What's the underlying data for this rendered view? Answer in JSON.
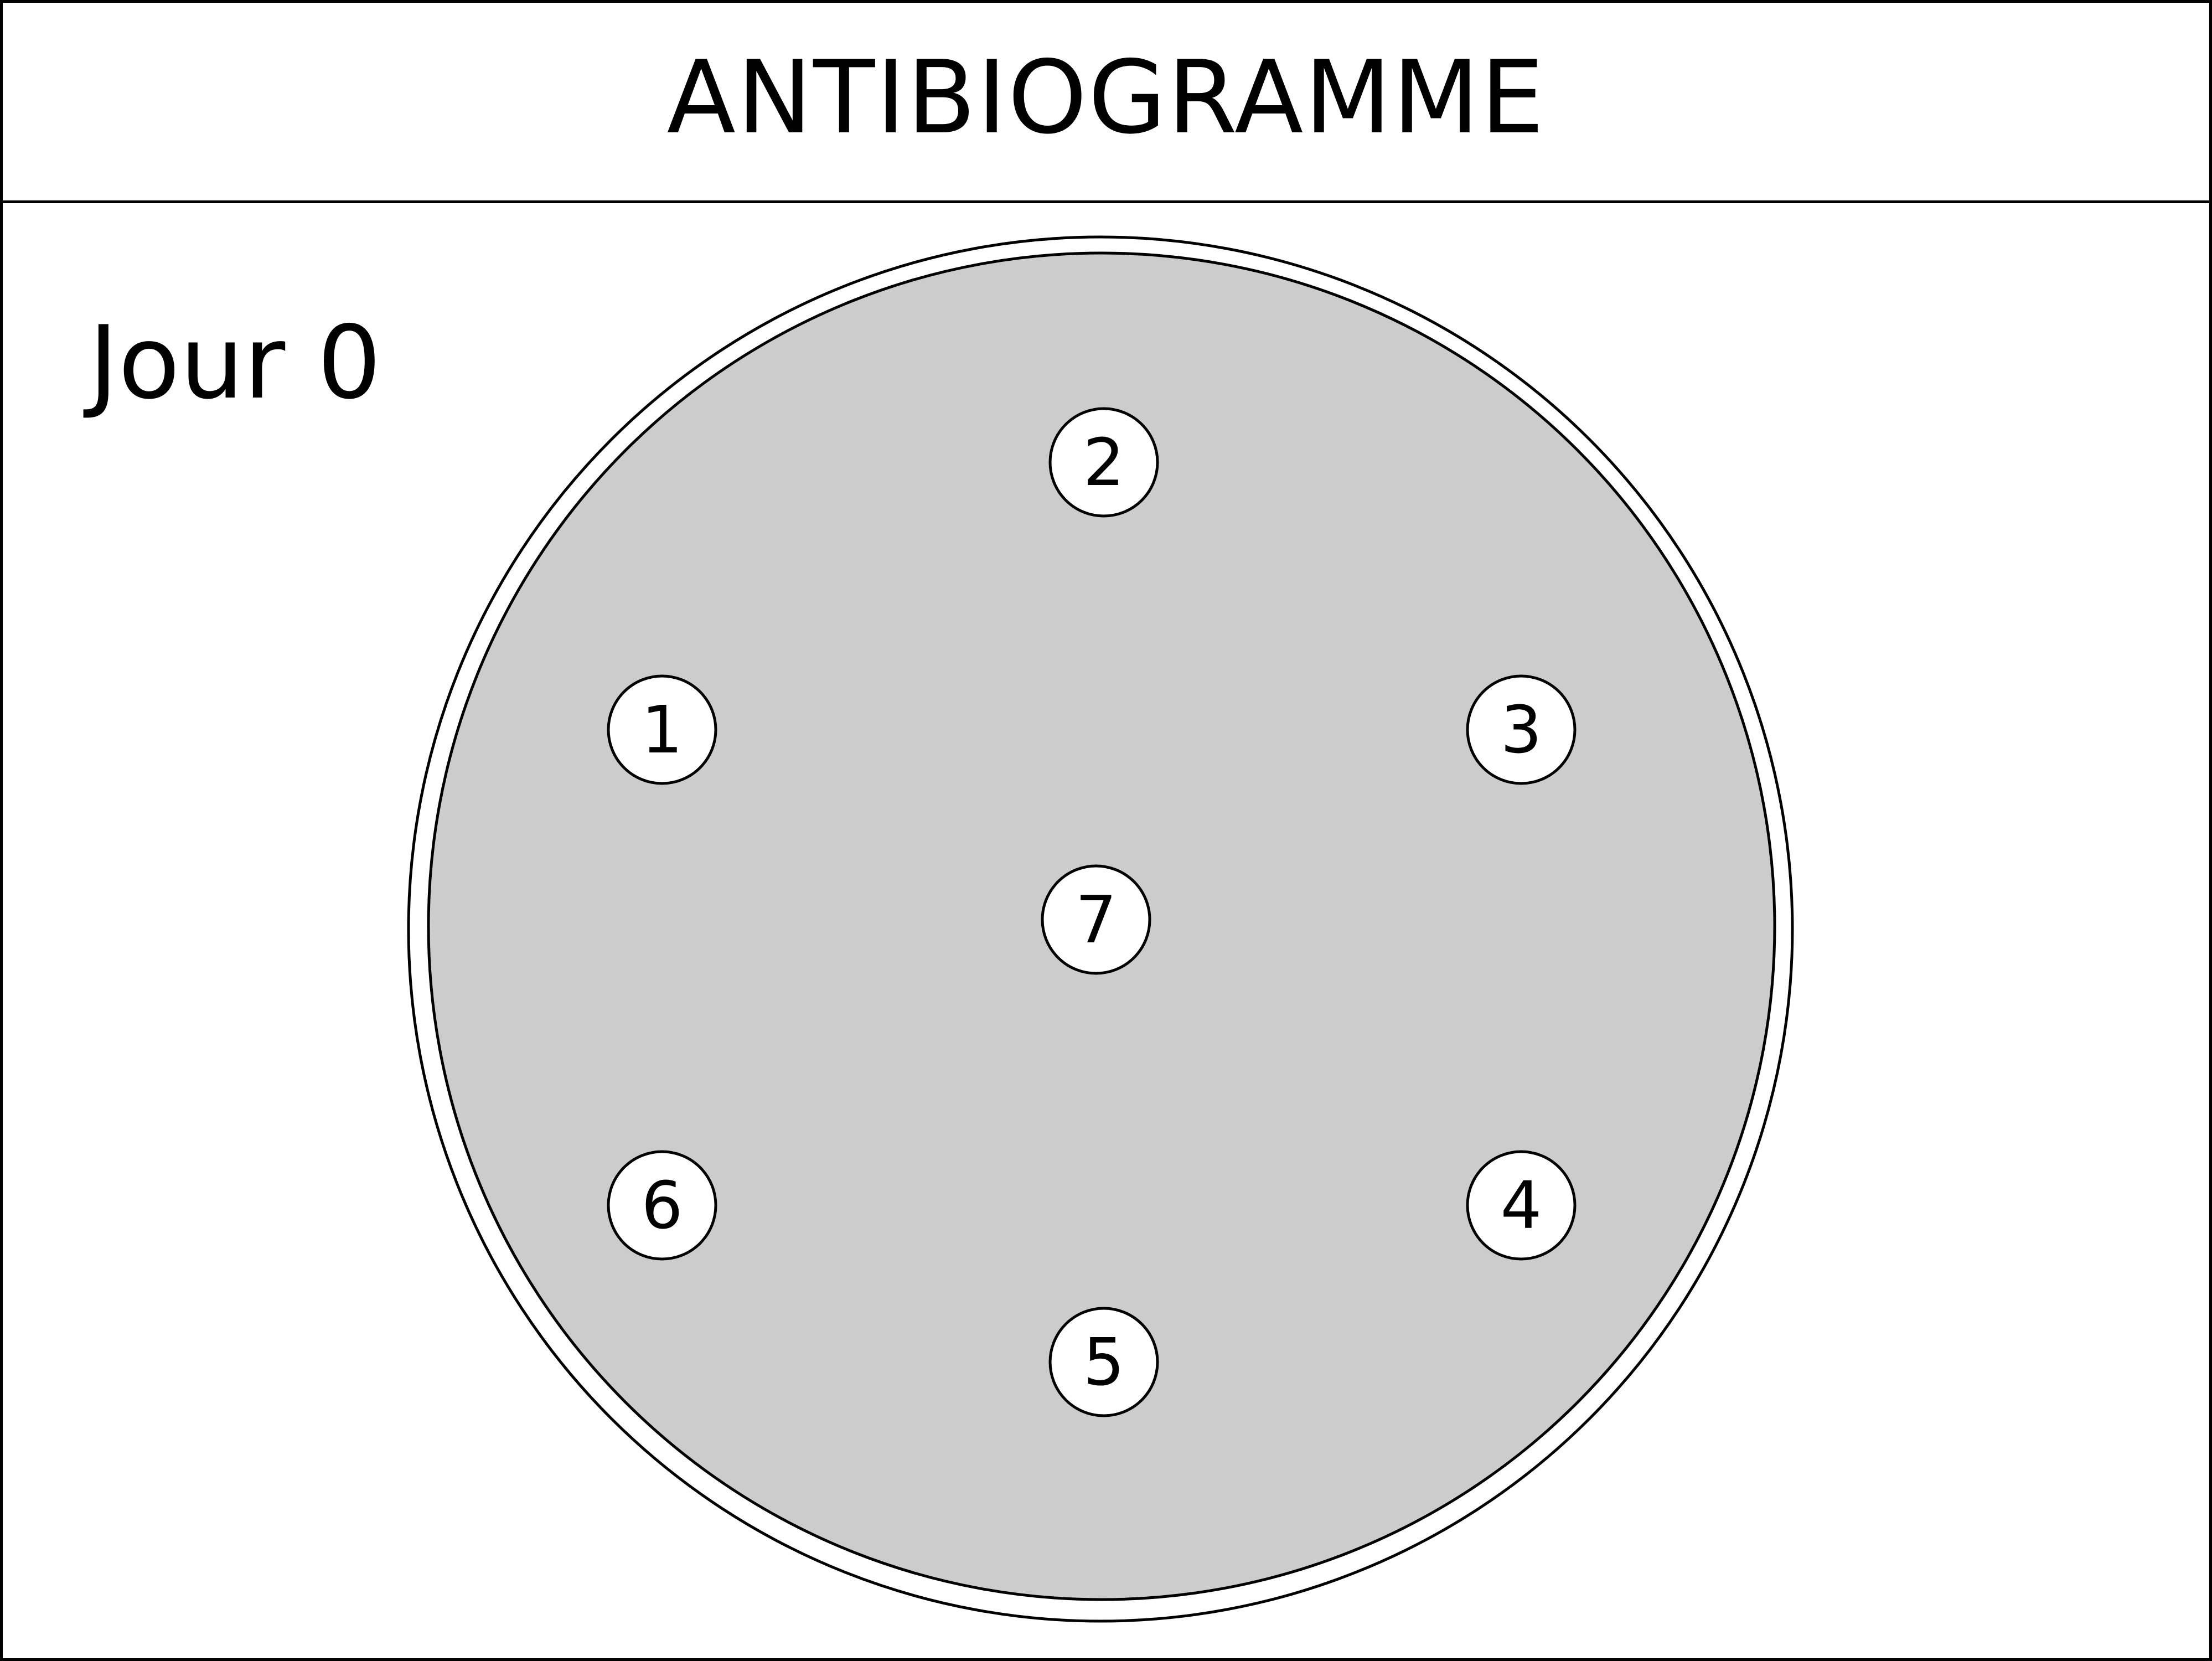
{
  "title": "ANTIBIOGRAMME",
  "day_label": "Jour 0",
  "colors": {
    "agar": "#cccccc",
    "disk": "#ffffff",
    "outline": "#000000",
    "background": "#ffffff"
  },
  "disks": [
    {
      "label": "1"
    },
    {
      "label": "2"
    },
    {
      "label": "3"
    },
    {
      "label": "4"
    },
    {
      "label": "5"
    },
    {
      "label": "6"
    },
    {
      "label": "7"
    }
  ]
}
